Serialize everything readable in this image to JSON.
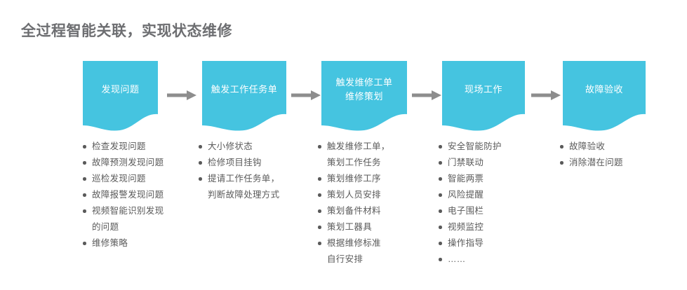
{
  "page": {
    "title": "全过程智能关联，实现状态维修",
    "accent_color": "#45c4e0",
    "title_color": "#6d6e71",
    "text_color": "#5a5a5a",
    "arrow_color": "#8d8d8d"
  },
  "flow": {
    "arrow_icon": "arrow-right-icon",
    "nodes": [
      {
        "id": "node-1",
        "label_line1": "发现问题",
        "label_line2": ""
      },
      {
        "id": "node-2",
        "label_line1": "触发工作任务单",
        "label_line2": ""
      },
      {
        "id": "node-3",
        "label_line1": "触发维修工单",
        "label_line2": "维修策划"
      },
      {
        "id": "node-4",
        "label_line1": "现场工作",
        "label_line2": ""
      },
      {
        "id": "node-5",
        "label_line1": "故障验收",
        "label_line2": ""
      }
    ]
  },
  "columns": [
    {
      "id": "column-1",
      "items": [
        {
          "line1": "检查发现问题",
          "line2": ""
        },
        {
          "line1": "故障预测发现问题",
          "line2": ""
        },
        {
          "line1": "巡检发现问题",
          "line2": ""
        },
        {
          "line1": "故障报警发现问题",
          "line2": ""
        },
        {
          "line1": "视频智能识别发现",
          "line2": "的问题"
        },
        {
          "line1": "维修策略",
          "line2": ""
        }
      ]
    },
    {
      "id": "column-2",
      "items": [
        {
          "line1": "大小修状态",
          "line2": ""
        },
        {
          "line1": "检修项目挂钩",
          "line2": ""
        },
        {
          "line1": "提请工作任务单，",
          "line2": "判断故障处理方式"
        }
      ]
    },
    {
      "id": "column-3",
      "items": [
        {
          "line1": "触发维修工单，",
          "line2": "策划工作任务"
        },
        {
          "line1": "策划维修工序",
          "line2": ""
        },
        {
          "line1": "策划人员安排",
          "line2": ""
        },
        {
          "line1": "策划备件材料",
          "line2": ""
        },
        {
          "line1": "策划工器具",
          "line2": ""
        },
        {
          "line1": "根据维修标准",
          "line2": "自行安排"
        }
      ]
    },
    {
      "id": "column-4",
      "items": [
        {
          "line1": "安全智能防护",
          "line2": ""
        },
        {
          "line1": "门禁联动",
          "line2": ""
        },
        {
          "line1": "智能两票",
          "line2": ""
        },
        {
          "line1": "风险提醒",
          "line2": ""
        },
        {
          "line1": "电子围栏",
          "line2": ""
        },
        {
          "line1": "视频监控",
          "line2": ""
        },
        {
          "line1": "操作指导",
          "line2": ""
        },
        {
          "line1": "……",
          "line2": ""
        }
      ]
    },
    {
      "id": "column-5",
      "items": [
        {
          "line1": "故障验收",
          "line2": ""
        },
        {
          "line1": "消除潜在问题",
          "line2": ""
        }
      ]
    }
  ]
}
